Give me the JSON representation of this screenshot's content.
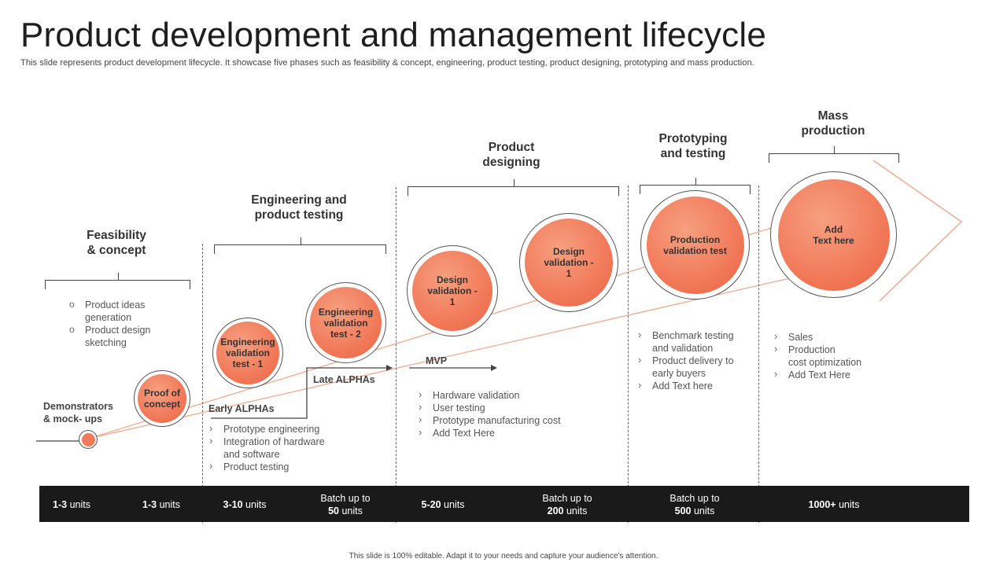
{
  "title": "Product development and management lifecycle",
  "subtitle": "This slide represents product development lifecycle. It showcase five phases such as feasibility & concept, engineering, product testing, product designing, prototyping and mass production.",
  "phases": [
    {
      "label": "Feasibility\n& concept"
    },
    {
      "label": "Engineering and\nproduct testing"
    },
    {
      "label": "Product\ndesigning"
    },
    {
      "label": "Prototyping\nand testing"
    },
    {
      "label": "Mass\nproduction"
    }
  ],
  "circles": [
    {
      "label": "Proof of\nconcept"
    },
    {
      "label": "Engineering\nvalidation\ntest - 1"
    },
    {
      "label": "Engineering\nvalidation\ntest - 2"
    },
    {
      "label": "Design\nvalidation -\n1"
    },
    {
      "label": "Design\nvalidation -\n1"
    },
    {
      "label": "Production\nvalidation test"
    },
    {
      "label": "Add\nText here"
    }
  ],
  "stage_labels": {
    "demonstrators": "Demonstrators\n& mock- ups",
    "early_alphas": "Early ALPHAs",
    "late_alphas": "Late ALPHAs",
    "mvp": "MVP"
  },
  "lists": {
    "feasibility": [
      "Product ideas\ngeneration",
      "Product design\nsketching"
    ],
    "engineering": [
      "Prototype engineering",
      "Integration of hardware\nand software",
      "Product testing"
    ],
    "designing": [
      "Hardware validation",
      "User testing",
      "Prototype manufacturing cost",
      "Add Text Here"
    ],
    "prototyping": [
      "Benchmark testing\nand validation",
      "Product delivery to\nearly buyers",
      "Add Text here"
    ],
    "mass": [
      "Sales",
      "Production\ncost optimization",
      "Add Text Here"
    ]
  },
  "units": [
    {
      "bold": "1-3",
      "rest": " units"
    },
    {
      "bold": "1-3",
      "rest": " units"
    },
    {
      "bold": "3-10",
      "rest": " units"
    },
    {
      "line1": "Batch up to",
      "bold": "50",
      "rest": " units"
    },
    {
      "bold": "5-20",
      "rest": " units"
    },
    {
      "line1": "Batch up to",
      "bold": "200",
      "rest": " units"
    },
    {
      "line1": "Batch up to",
      "bold": "500",
      "rest": " units"
    },
    {
      "bold": "1000+",
      "rest": " units"
    }
  ],
  "footer": "This slide is 100% editable. Adapt it to your needs and capture your audience's attention.",
  "colors": {
    "accent": "#f17a5a",
    "bar": "#1a1a1a",
    "arrow_line": "#f4a98d"
  }
}
